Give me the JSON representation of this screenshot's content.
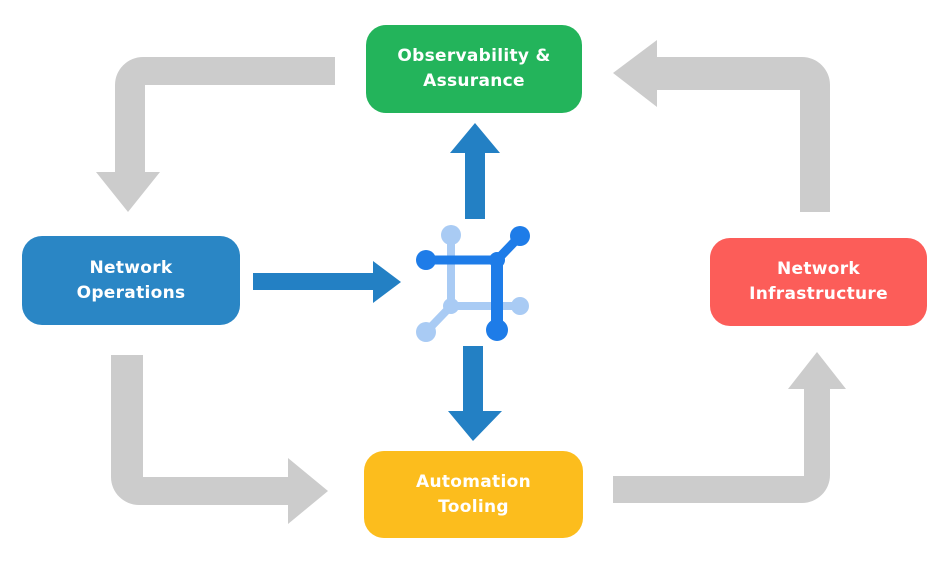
{
  "diagram": {
    "background": "#FFFFFF",
    "nodes": {
      "observability": {
        "line1": "Observability &",
        "line2": "Assurance",
        "color": "#23B45B"
      },
      "operations": {
        "line1": "Network",
        "line2": "Operations",
        "color": "#2A86C5"
      },
      "infrastructure": {
        "line1": "Network",
        "line2": "Infrastructure",
        "color": "#FC5D59"
      },
      "automation": {
        "line1": "Automation",
        "line2": "Tooling",
        "color": "#FCBD1D"
      }
    },
    "colors": {
      "arrow_gray": "#CCCCCC",
      "arrow_blue": "#2380C4",
      "icon_dark_blue": "#1E7CE8",
      "icon_light_blue": "#A9CBF4",
      "label_text": "#FFFFFF"
    },
    "center_icon": "network-mesh-icon"
  }
}
